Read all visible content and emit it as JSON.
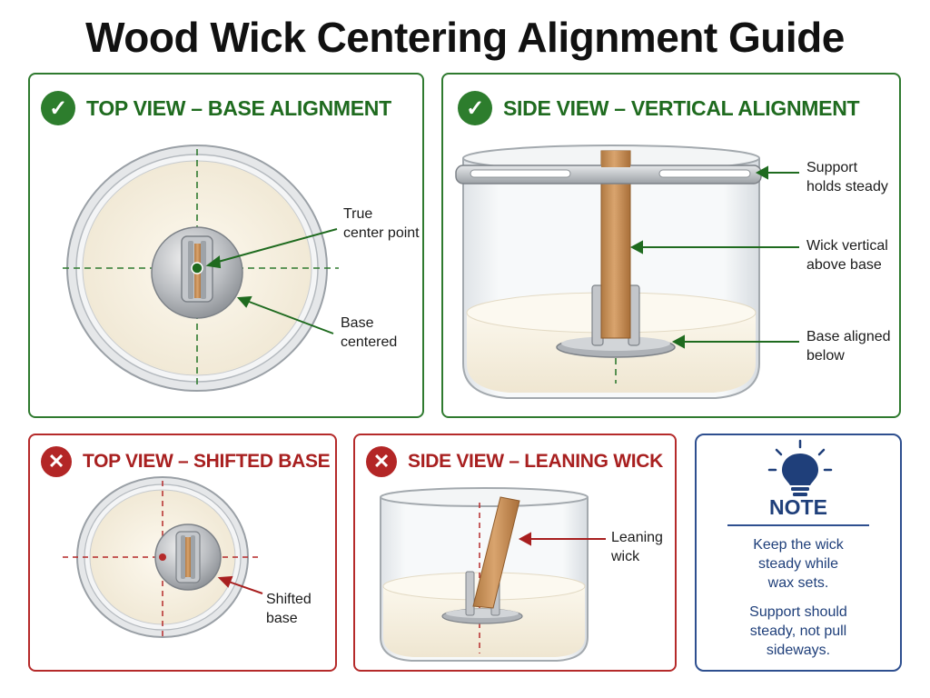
{
  "title": "Wood Wick Centering Alignment Guide",
  "panels": {
    "top_ok": {
      "heading": "TOP VIEW – BASE ALIGNMENT",
      "label_center": "True\ncenter point",
      "label_base": "Base\ncentered"
    },
    "side_ok": {
      "heading": "SIDE VIEW – VERTICAL ALIGNMENT",
      "label_support": "Support\nholds steady",
      "label_wick": "Wick vertical\nabove base",
      "label_base": "Base aligned\nbelow"
    },
    "top_bad": {
      "heading": "TOP VIEW – SHIFTED BASE",
      "label_base": "Shifted\nbase"
    },
    "side_bad": {
      "heading": "SIDE VIEW – LEANING WICK",
      "label_wick": "Leaning\nwick"
    },
    "note": {
      "heading": "NOTE",
      "text_1": "Keep the wick\nsteady while\nwax sets.",
      "text_2": "Support should\nsteady, not pull\nsideways."
    }
  },
  "icons": {
    "ok": "check-icon",
    "bad": "x-icon",
    "note": "lightbulb-icon"
  },
  "colors": {
    "ok": "#2d7d2d",
    "bad": "#b32626",
    "note": "#2e4f8f",
    "wax": "#f7f2e6",
    "wood": "#c9905a"
  }
}
